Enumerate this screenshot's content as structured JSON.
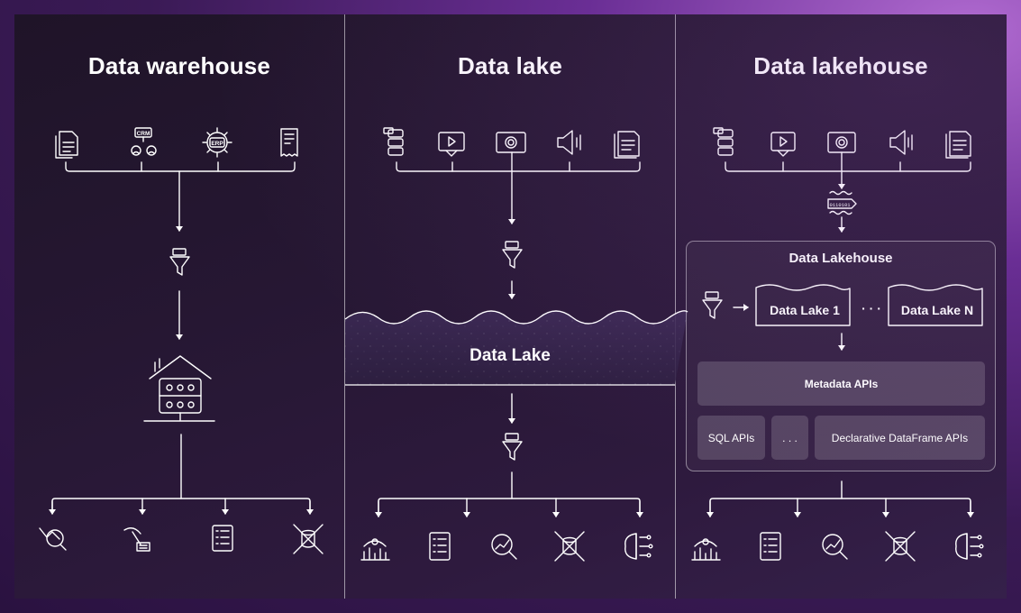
{
  "columns": {
    "warehouse": {
      "title": "Data warehouse"
    },
    "lake": {
      "title": "Data lake",
      "lake_label": "Data Lake"
    },
    "lakehouse": {
      "title": "Data lakehouse",
      "box_title": "Data Lakehouse",
      "lake_first": "Data Lake 1",
      "lake_ellipsis": "· · ·",
      "lake_last": "Data Lake N",
      "metadata_api": "Metadata APIs",
      "sql_api": "SQL APIs",
      "api_ellipsis": ". . .",
      "dataframe_api": "Declarative DataFrame APIs"
    }
  },
  "icons": {
    "crm_text": "CRM",
    "erp_text": "ERP",
    "binary_text": "0110101"
  },
  "colors": {
    "line": "#ffffff",
    "panel": "#261733",
    "accent_purple": "#8a44b8"
  }
}
